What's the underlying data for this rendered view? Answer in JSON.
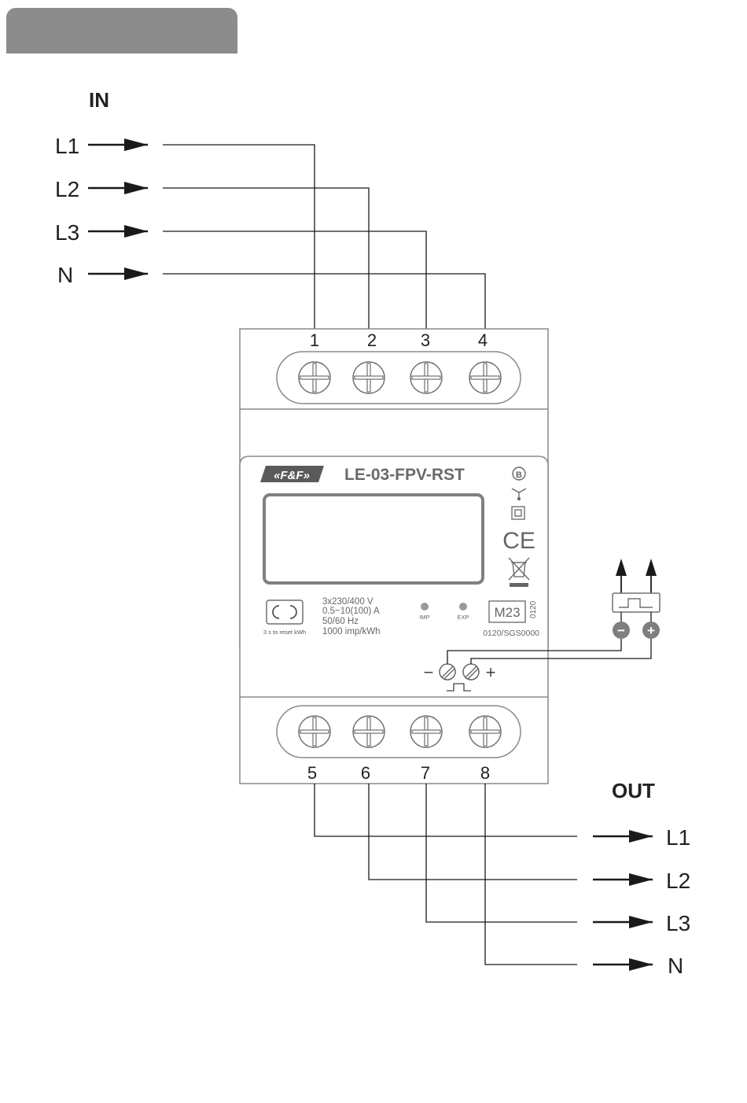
{
  "in_section": {
    "title": "IN",
    "inputs": [
      {
        "label": "L1",
        "terminal": "1"
      },
      {
        "label": "L2",
        "terminal": "2"
      },
      {
        "label": "L3",
        "terminal": "3"
      },
      {
        "label": "N",
        "terminal": "4"
      }
    ]
  },
  "out_section": {
    "title": "OUT",
    "outputs": [
      {
        "label": "L1",
        "terminal": "5"
      },
      {
        "label": "L2",
        "terminal": "6"
      },
      {
        "label": "L3",
        "terminal": "7"
      },
      {
        "label": "N",
        "terminal": "8"
      }
    ]
  },
  "meter": {
    "brand": "«F&F»",
    "model": "LE-03-FPV-RST",
    "reset_caption": "3 s to reset kWh",
    "specs": [
      "3x230/400 V",
      "0.5~10(100) A",
      "50/60 Hz",
      "1000 imp/kWh"
    ],
    "led_imp": "IMP",
    "led_exp": "EXP",
    "metrology_mark": "M23",
    "metrology_year": "0120",
    "certificate": "0120/SGS0000",
    "class_mark": "B",
    "ce_mark": "CE"
  },
  "pulse_output": {
    "minus_sign": "−",
    "plus_sign": "+"
  },
  "colors": {
    "line": "#1a1a1a",
    "device_outline": "#8a8a8a",
    "header_tab": "#8c8c8c",
    "screen_border": "#808080",
    "led": "#9a9a9a",
    "terminal_dot": "#7f7f7f"
  }
}
